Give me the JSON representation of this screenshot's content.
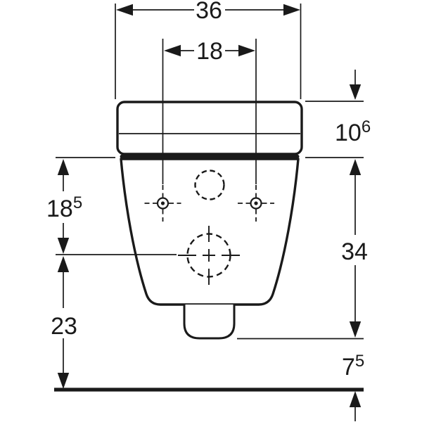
{
  "dimensions": {
    "overall_width": "36",
    "fixing_centres": "18",
    "seat_height": {
      "main": "10",
      "sup": "6"
    },
    "rim_section_height": {
      "main": "18",
      "sup": "5"
    },
    "body_height": "34",
    "underside_to_floor": "23",
    "outlet_to_floor": {
      "main": "7",
      "sup": "5"
    }
  },
  "colors": {
    "line": "#1a1a1a",
    "background": "#ffffff"
  }
}
